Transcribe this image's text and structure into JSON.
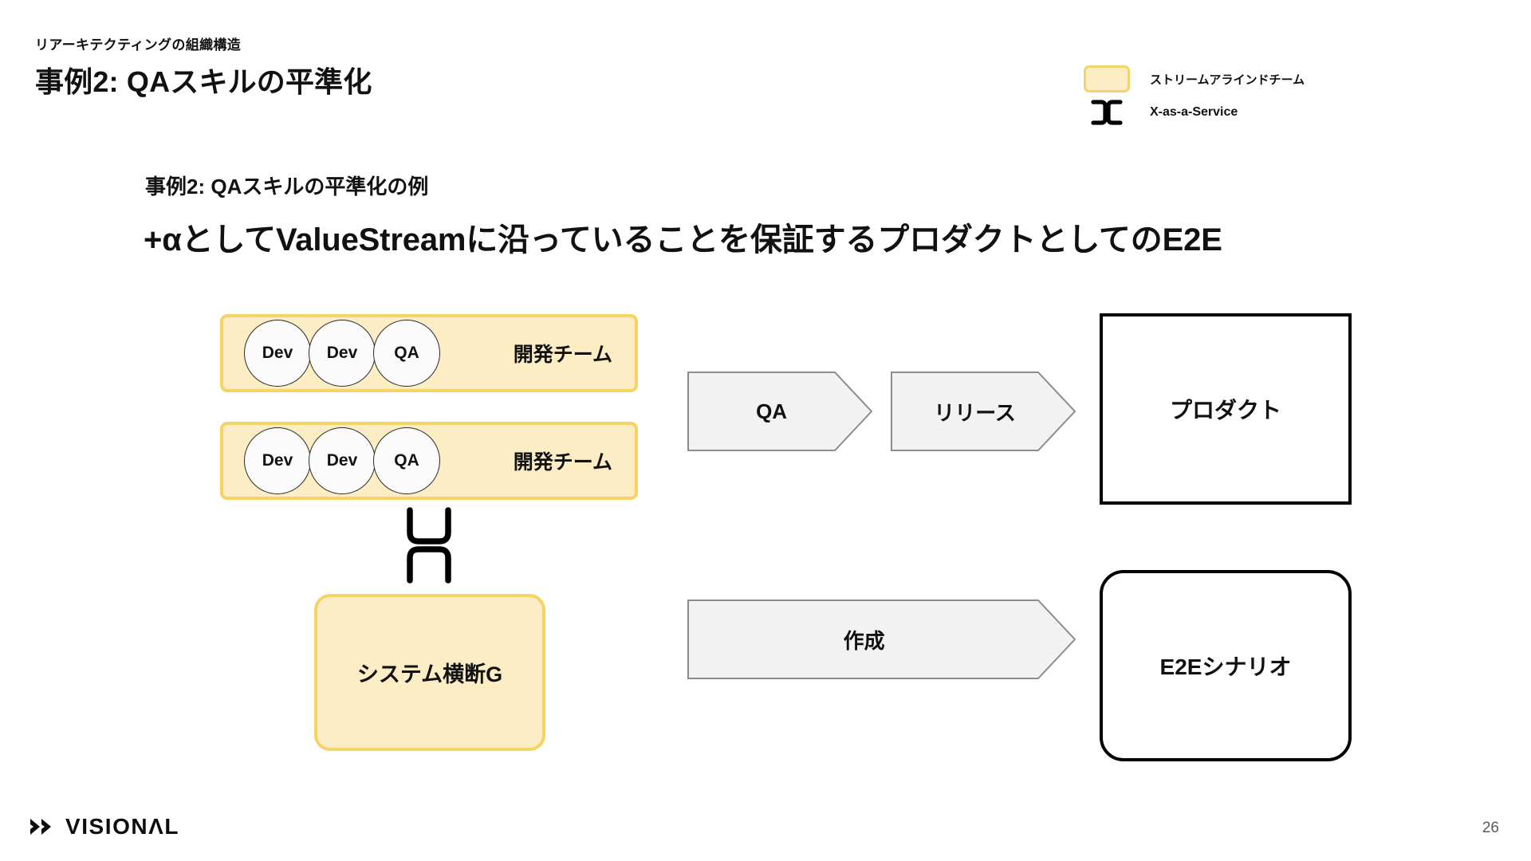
{
  "header": {
    "eyebrow": "リアーキテクティングの組織構造",
    "title": "事例2: QAスキルの平準化"
  },
  "legend": {
    "items": [
      {
        "label": "ストリームアラインドチーム",
        "icon": "yellow-rounded-box",
        "color": "#FCEDC4",
        "border_color": "#F6D268"
      },
      {
        "label": "X-as-a-Service",
        "icon": "facing-brackets-icon",
        "color": "#000000"
      }
    ]
  },
  "content": {
    "sub_heading": "事例2: QAスキルの平準化の例",
    "main_heading": "+αとしてValueStreamに沿っていることを保証するプロダクトとしてのE2E"
  },
  "diagram": {
    "teams": [
      {
        "label": "開発チーム",
        "members": [
          "Dev",
          "Dev",
          "QA"
        ]
      },
      {
        "label": "開発チーム",
        "members": [
          "Dev",
          "Dev",
          "QA"
        ]
      }
    ],
    "connector": {
      "icon": "x-as-a-service-vertical-icon",
      "color": "#000000"
    },
    "cross_system_group": {
      "label": "システム横断G"
    },
    "flow_top": [
      {
        "label": "QA"
      },
      {
        "label": "リリース"
      }
    ],
    "flow_bottom": [
      {
        "label": "作成"
      }
    ],
    "outputs": [
      {
        "label": "プロダクト",
        "shape": "square"
      },
      {
        "label": "E2Eシナリオ",
        "shape": "rounded"
      }
    ],
    "colors": {
      "team_fill": "#FCEDC4",
      "team_border": "#F7D265",
      "arrow_fill": "#F2F2F2",
      "arrow_border": "#8C8C8C",
      "output_border": "#000000"
    }
  },
  "footer": {
    "logo_text": "VISIONΛL",
    "page_number": "26"
  }
}
